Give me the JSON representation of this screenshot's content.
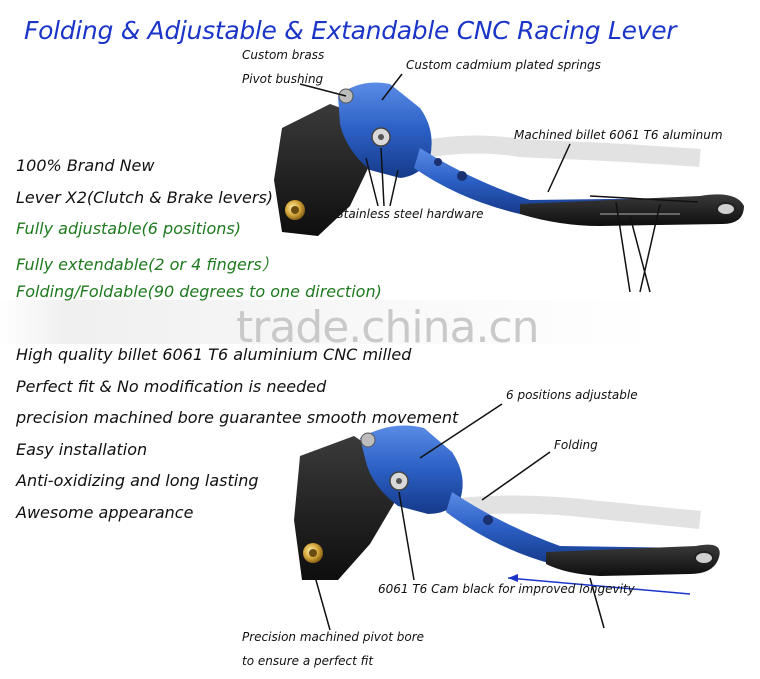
{
  "title": "Folding & Adjustable & Extandable CNC Racing Lever",
  "features": [
    {
      "text": "100% Brand New",
      "color": "#111111"
    },
    {
      "text": "Lever X2(Clutch & Brake levers)",
      "color": "#111111"
    },
    {
      "text": "Fully adjustable(6 positions)",
      "color": "#1f7a1f"
    },
    {
      "text": "Fully extendable(2 or 4 fingers）",
      "color": "#1f7a1f"
    },
    {
      "text": "Folding/Foldable(90 degrees to one direction)",
      "color": "#1f7a1f"
    },
    {
      "text": "High quality billet 6061 T6 aluminium CNC milled",
      "color": "#111111"
    },
    {
      "text": "Perfect fit & No modification is needed",
      "color": "#111111"
    },
    {
      "text": "precision machined bore guarantee smooth movement",
      "color": "#111111"
    },
    {
      "text": "Easy installation",
      "color": "#111111"
    },
    {
      "text": "Anti-oxidizing and long lasting",
      "color": "#111111"
    },
    {
      "text": "Awesome appearance",
      "color": "#111111"
    }
  ],
  "annotations": {
    "brass_1": "Custom brass",
    "brass_2": "Pivot bushing",
    "springs": "Custom cadmium plated springs",
    "aluminum": "Machined billet 6061 T6 aluminum",
    "hardware": "Stainless steel hardware",
    "positions": "6 positions adjustable",
    "folding": "Folding",
    "cam": "6061 T6 Cam black for improved longevity",
    "bore_1": "Precision machined pivot bore",
    "bore_2": "to ensure a perfect fit"
  },
  "watermark": "trade.china.cn",
  "colors": {
    "title_blue": "#1b35c8",
    "feature_green": "#1f7a1f",
    "lever_blue": "#2b5fc4",
    "lever_black": "#1a1a1a"
  }
}
